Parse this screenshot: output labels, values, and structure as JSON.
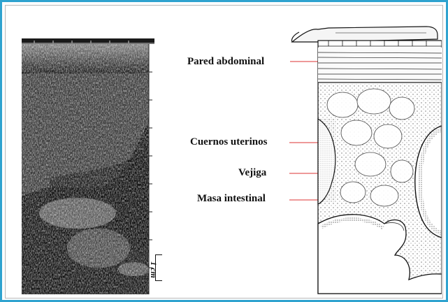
{
  "labels": {
    "pared": "Pared abdominal",
    "cuernos": "Cuernos uterinos",
    "vejiga": "Vejiga",
    "masa": "Masa intestinal"
  },
  "scale_label": "1 cm",
  "colors": {
    "frame": "#2fa3cf",
    "ink": "#111111"
  }
}
